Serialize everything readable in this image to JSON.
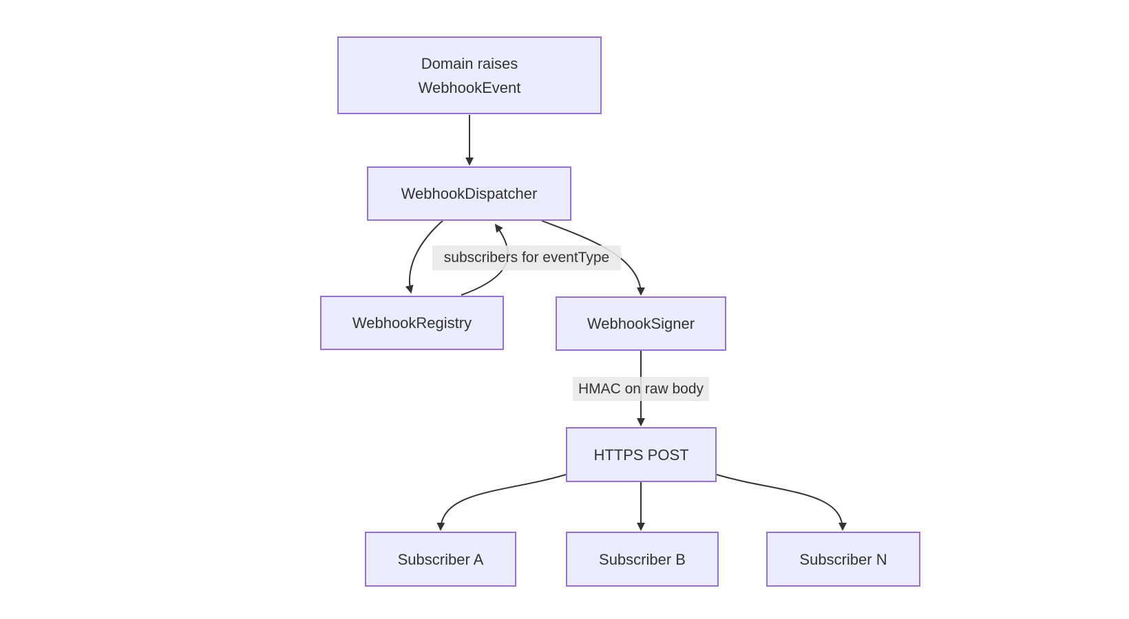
{
  "diagram": {
    "type": "flowchart",
    "direction": "top-down",
    "nodes": [
      {
        "id": "domain-event",
        "lines": [
          "Domain raises",
          "WebhookEvent"
        ]
      },
      {
        "id": "dispatcher",
        "label": "WebhookDispatcher"
      },
      {
        "id": "registry",
        "label": "WebhookRegistry"
      },
      {
        "id": "signer",
        "label": "WebhookSigner"
      },
      {
        "id": "https-post",
        "label": "HTTPS POST"
      },
      {
        "id": "subscriber-a",
        "label": "Subscriber A"
      },
      {
        "id": "subscriber-b",
        "label": "Subscriber B"
      },
      {
        "id": "subscriber-n",
        "label": "Subscriber N"
      }
    ],
    "edges": [
      {
        "from": "domain-event",
        "to": "dispatcher",
        "label": ""
      },
      {
        "from": "dispatcher",
        "to": "registry",
        "label": ""
      },
      {
        "from": "registry",
        "to": "dispatcher",
        "label": "subscribers for eventType"
      },
      {
        "from": "dispatcher",
        "to": "signer",
        "label": ""
      },
      {
        "from": "signer",
        "to": "https-post",
        "label": "HMAC on raw body"
      },
      {
        "from": "https-post",
        "to": "subscriber-a",
        "label": ""
      },
      {
        "from": "https-post",
        "to": "subscriber-b",
        "label": ""
      },
      {
        "from": "https-post",
        "to": "subscriber-n",
        "label": ""
      }
    ],
    "edge_labels": [
      {
        "text": "subscribers for eventType"
      },
      {
        "text": "HMAC on raw body"
      }
    ]
  },
  "colors": {
    "background": "#ffffff",
    "node_fill": "#ECECFF",
    "node_border": "#9370DB",
    "edge_color": "#333333",
    "edge_label_bg": "#e8e8e8",
    "text": "#333333"
  }
}
